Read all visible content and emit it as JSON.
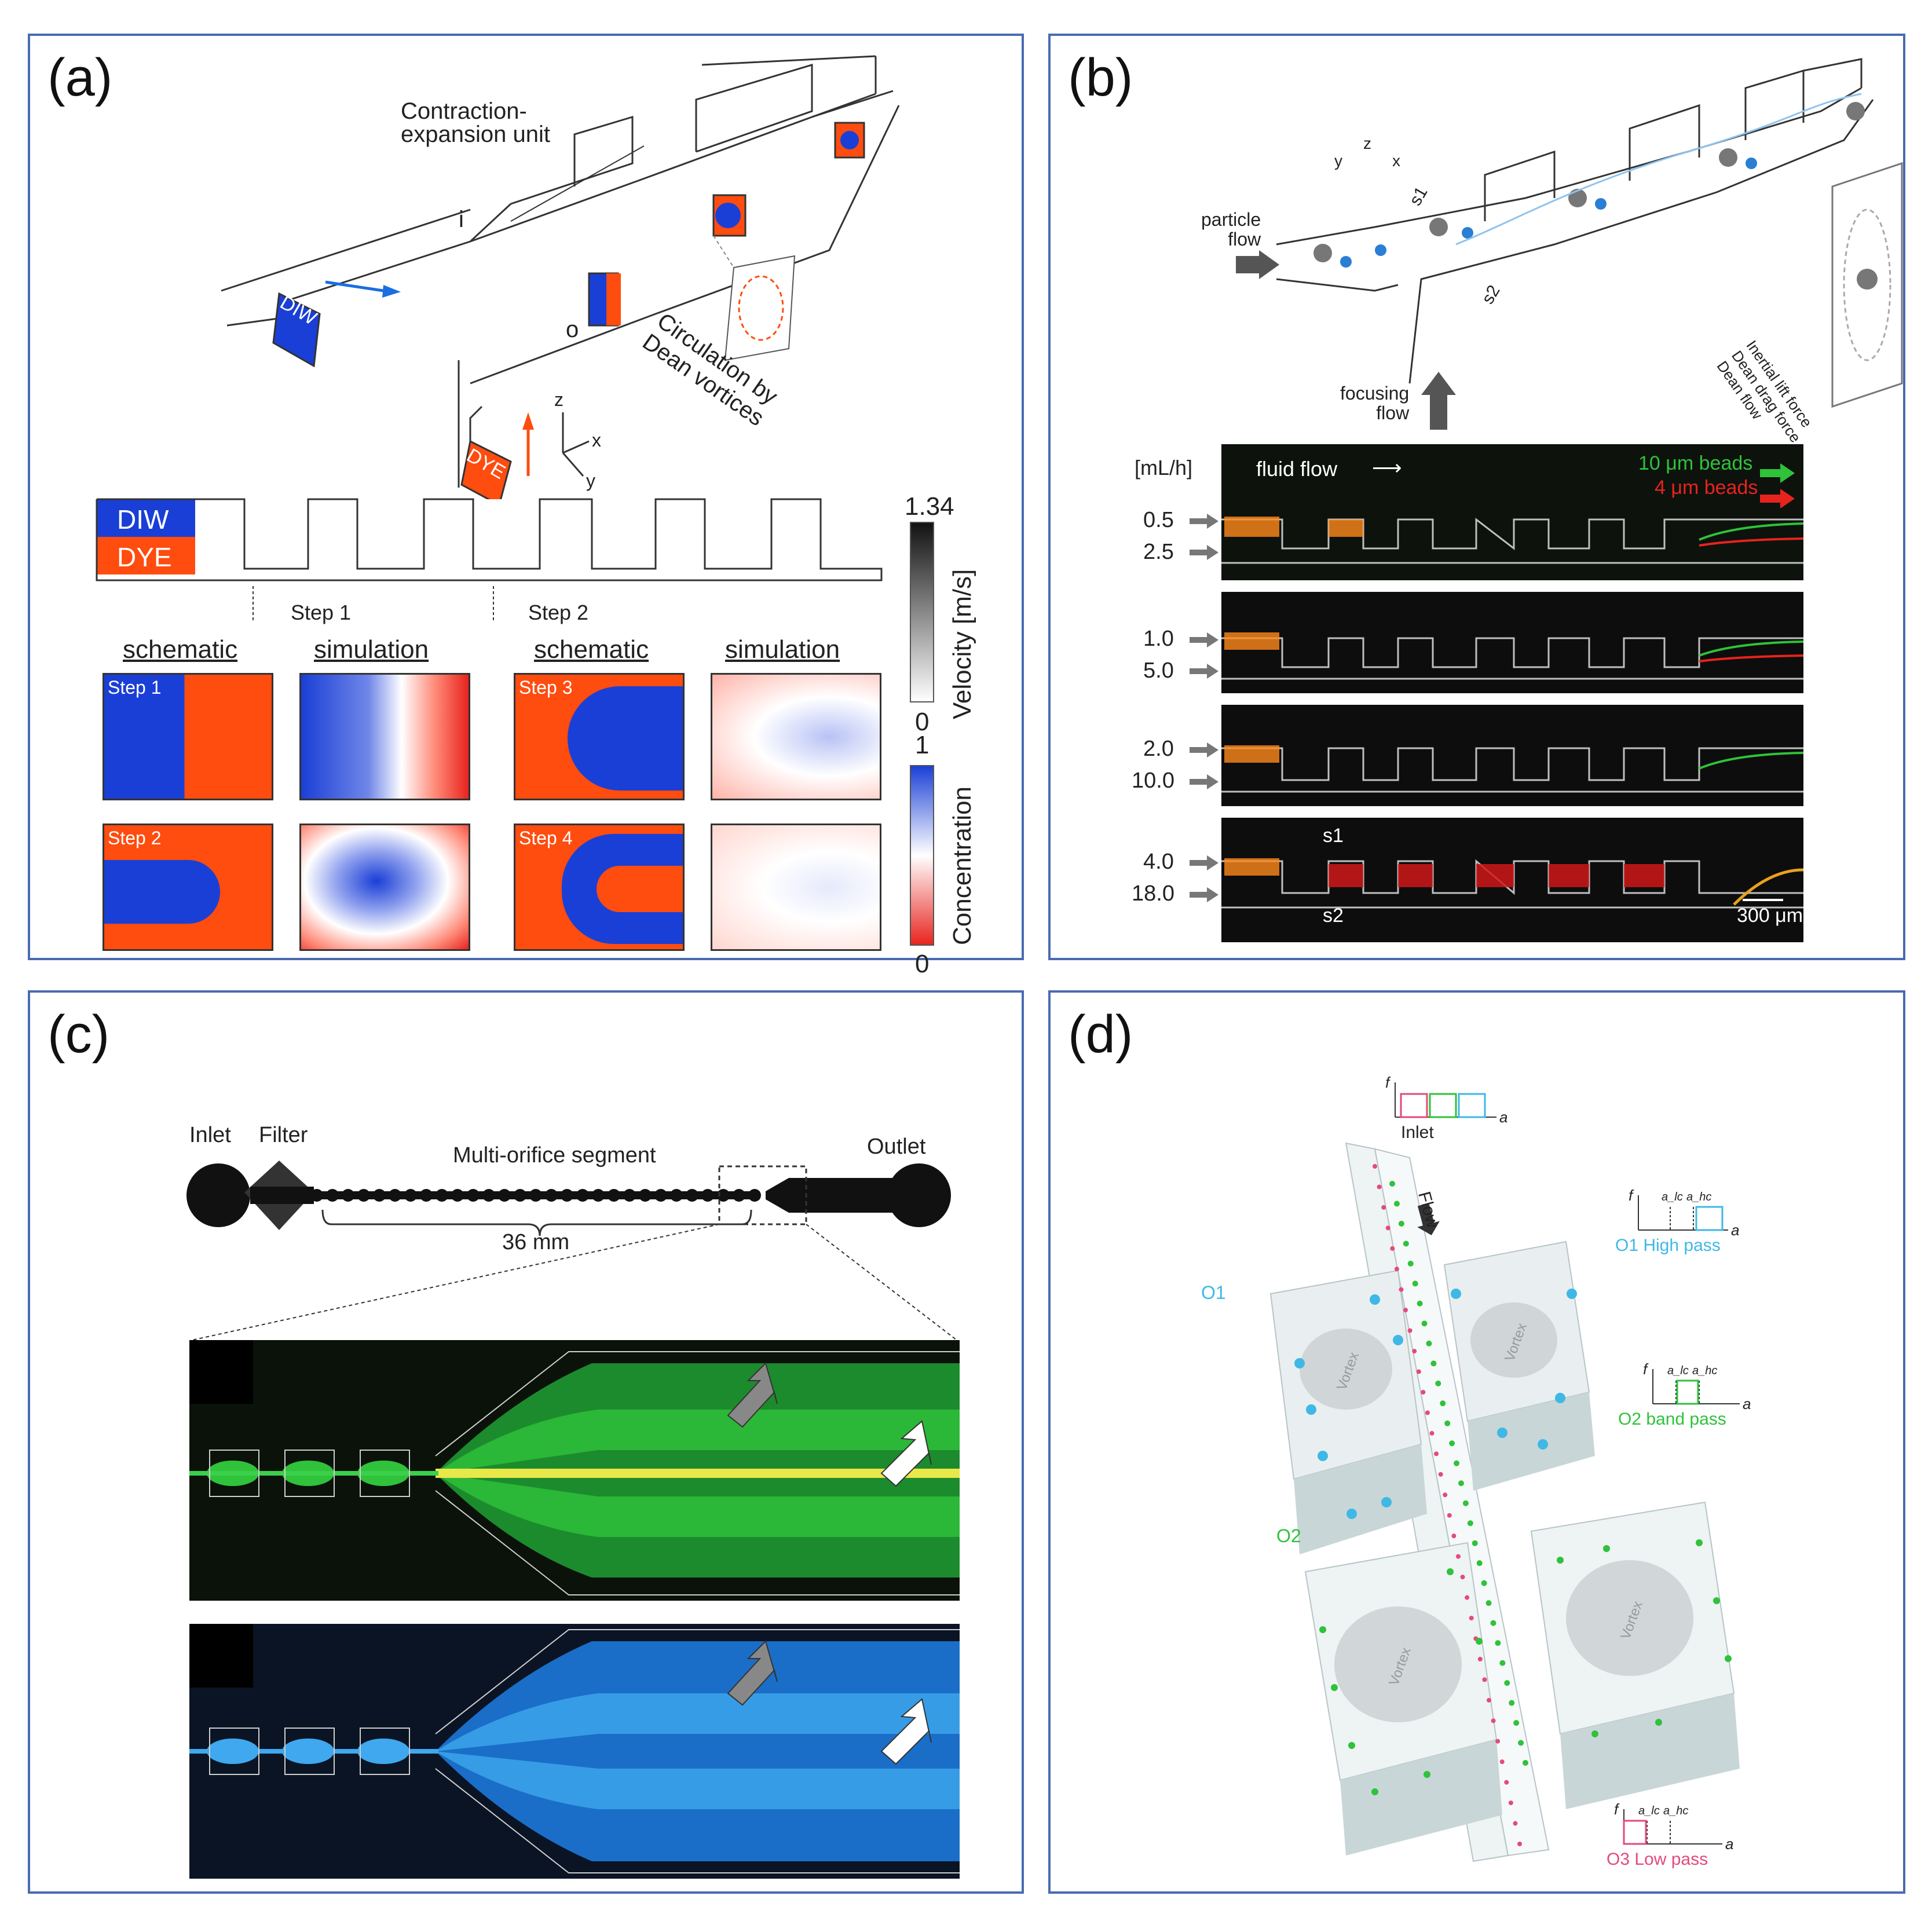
{
  "panels": {
    "a": {
      "label": "(a)",
      "unit_label": "Contraction-\nexpansion unit",
      "circulation_label": "Circulation by\nDean vortices",
      "i": "i",
      "o": "o",
      "diw": "DIW",
      "dye": "DYE",
      "axes": {
        "x": "x",
        "y": "y",
        "z": "z"
      },
      "step1": "Step 1",
      "step2": "Step 2",
      "schematic": "schematic",
      "simulation": "simulation",
      "step1_box": "Step 1",
      "step2_box": "Step 2",
      "step3_box": "Step 3",
      "step4_box": "Step 4",
      "vel_max": "1.34",
      "vel_min": "0",
      "vel_label": "Velocity [m/s]",
      "conc_max": "1",
      "conc_min": "0",
      "conc_label": "Concentration"
    },
    "b": {
      "label": "(b)",
      "particle_flow": "particle\nflow",
      "focusing_flow": "focusing\nflow",
      "s1": "s1",
      "s2": "s2",
      "axes": {
        "x": "x",
        "y": "y",
        "z": "z"
      },
      "legend_lines": [
        "Inertial lift force",
        "Dean drag force",
        "Dean flow"
      ],
      "unit": "[mL/h]",
      "fluid_flow": "fluid flow",
      "beads10": "10 μm beads",
      "beads4": "4 μm beads",
      "rows": [
        {
          "top": "0.5",
          "bottom": "2.5"
        },
        {
          "top": "1.0",
          "bottom": "5.0"
        },
        {
          "top": "2.0",
          "bottom": "10.0"
        },
        {
          "top": "4.0",
          "bottom": "18.0"
        }
      ],
      "s1_label": "s1",
      "s2_label": "s2",
      "scale": "300 μm"
    },
    "c": {
      "label": "(c)",
      "inlet": "Inlet",
      "filter": "Filter",
      "segment": "Multi-orifice segment",
      "outlet": "Outlet",
      "length": "36 mm"
    },
    "d": {
      "label": "(d)",
      "inlet": "Inlet",
      "flow": "Flow",
      "o1": "O1",
      "o2": "O2",
      "o1_pass": "O1 High pass",
      "o2_pass": "O2 band pass",
      "o3_pass": "O3 Low pass",
      "vortex": "Vortex",
      "axis_f": "f",
      "axis_a": "a",
      "a_lc": "a_lc",
      "a_hc": "a_hc"
    }
  },
  "colors": {
    "frame": "#4a6bb2",
    "blue": "#1a3fd6",
    "orange": "#ff4c0f",
    "green": "#2fc23a",
    "red": "#e8231e",
    "cyan": "#3fb8e6",
    "pink": "#e44a7a"
  }
}
